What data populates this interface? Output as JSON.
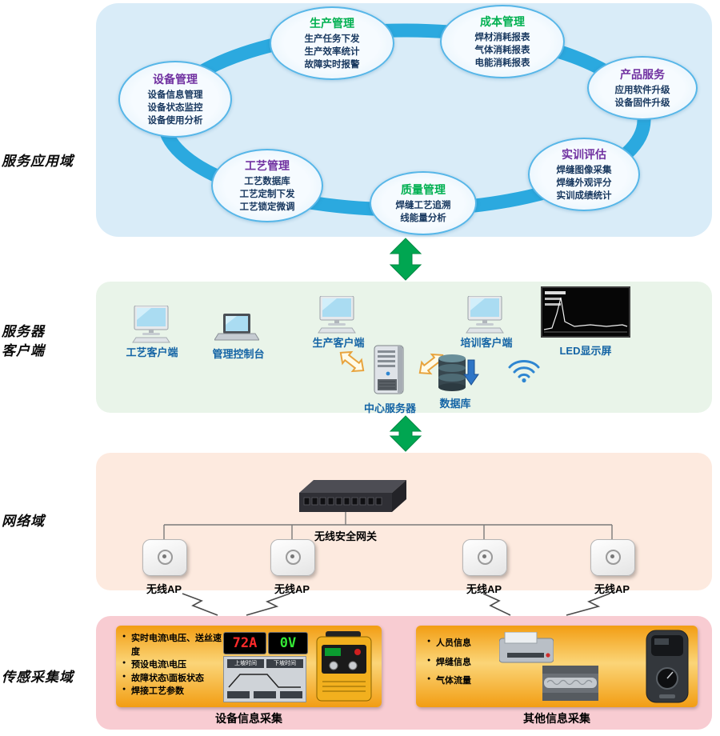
{
  "colors": {
    "ring_blue": "#2ba9df",
    "arrow_green": "#00a651",
    "title_green": "#00b050",
    "title_purple": "#7030a0",
    "node_label_blue": "#1464a5",
    "panel_app": "#d9ecf8",
    "panel_server": "#e9f4e9",
    "panel_network": "#fdeadf",
    "panel_sensor": "#f8ccd2",
    "sensor_box_orange": "#f29d13",
    "current_red": "#ff2a2a",
    "voltage_green": "#35e835"
  },
  "domain_labels": {
    "app": "服务应用域",
    "server_client_line1": "服务器",
    "server_client_line2": "客户端",
    "network": "网络域",
    "sensor": "传感采集域"
  },
  "app_domain": {
    "modules": [
      {
        "title": "设备管理",
        "title_color": "#7030a0",
        "items": [
          "设备信息管理",
          "设备状态监控",
          "设备使用分析"
        ]
      },
      {
        "title": "生产管理",
        "title_color": "#00b050",
        "items": [
          "生产任务下发",
          "生产效率统计",
          "故障实时报警"
        ]
      },
      {
        "title": "成本管理",
        "title_color": "#00b050",
        "items": [
          "焊材消耗报表",
          "气体消耗报表",
          "电能消耗报表"
        ]
      },
      {
        "title": "产品服务",
        "title_color": "#7030a0",
        "items": [
          "应用软件升级",
          "设备固件升级"
        ]
      },
      {
        "title": "工艺管理",
        "title_color": "#7030a0",
        "items": [
          "工艺数据库",
          "工艺定制下发",
          "工艺锁定微调"
        ]
      },
      {
        "title": "质量管理",
        "title_color": "#00b050",
        "items": [
          "焊缝工艺追溯",
          "线能量分析"
        ]
      },
      {
        "title": "实训评估",
        "title_color": "#7030a0",
        "items": [
          "焊缝图像采集",
          "焊缝外观评分",
          "实训成绩统计"
        ]
      }
    ]
  },
  "server_domain": {
    "clients": [
      {
        "label": "工艺客户端"
      },
      {
        "label": "管理控制台"
      },
      {
        "label": "生产客户端"
      },
      {
        "label": "培训客户端"
      }
    ],
    "led_label": "LED显示屏",
    "server_label": "中心服务器",
    "database_label": "数据库"
  },
  "network_domain": {
    "gateway_label": "无线安全网关",
    "ap_label": "无线AP"
  },
  "sensor_domain": {
    "device_box": {
      "items": [
        "实时电流\\电压、送丝速度",
        "预设电流\\电压",
        "故障状态\\面板状态",
        "焊接工艺参数"
      ],
      "display_current": "72A",
      "display_voltage": "0V",
      "panel_labels": [
        "上坡时间",
        "下坡时间"
      ],
      "caption": "设备信息采集"
    },
    "other_box": {
      "items": [
        "人员信息",
        "焊缝信息",
        "气体流量"
      ],
      "caption": "其他信息采集"
    }
  }
}
